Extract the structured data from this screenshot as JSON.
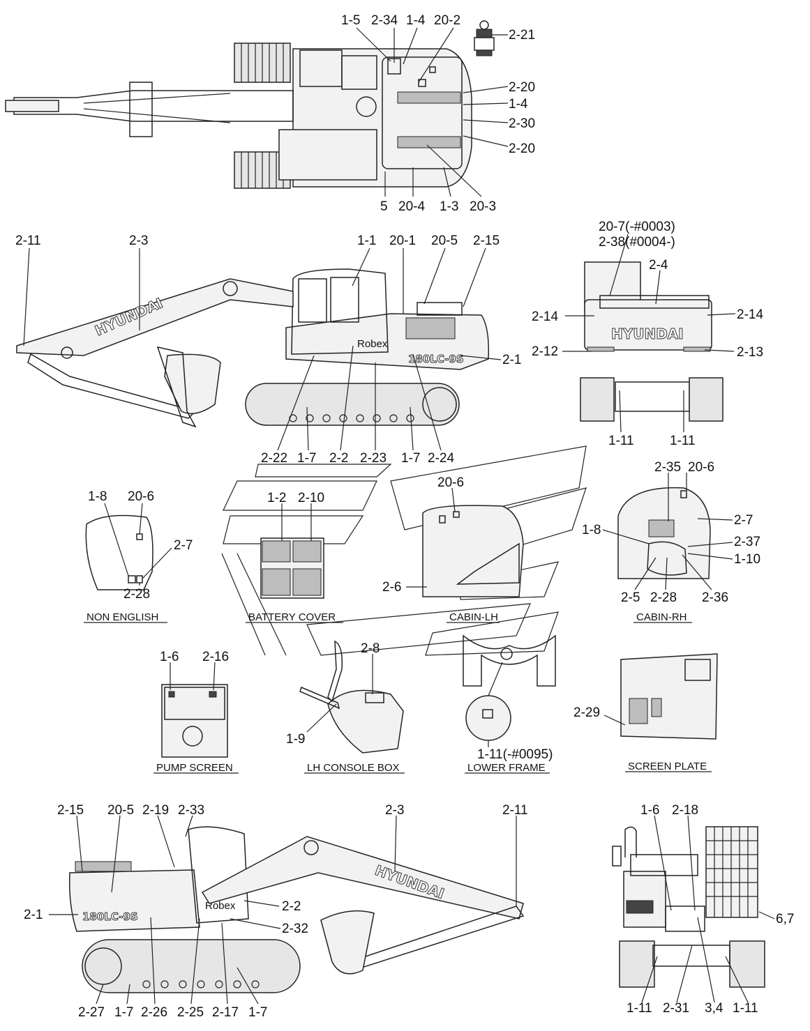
{
  "colors": {
    "line": "#222222",
    "background": "#ffffff"
  },
  "brand": {
    "boom_text": "HYUNDAI",
    "model_badge": "180LC-9S",
    "cab_logo": "Robex"
  },
  "callouts": {
    "top": [
      "1-5",
      "2-34",
      "1-4",
      "20-2",
      "2-21",
      "2-20",
      "1-4",
      "2-30",
      "2-20",
      "5",
      "20-4",
      "1-3",
      "20-3"
    ],
    "side_lh": [
      "2-11",
      "2-3",
      "1-1",
      "20-1",
      "20-5",
      "2-15",
      "2-1",
      "2-22",
      "1-7",
      "2-2",
      "2-23",
      "1-7",
      "2-24"
    ],
    "rear": [
      "20-7(-#0003)",
      "2-38(#0004-)",
      "2-4",
      "2-14",
      "2-14",
      "2-12",
      "2-13",
      "1-11",
      "1-11"
    ],
    "non_english": [
      "1-8",
      "20-6",
      "2-7",
      "2-28"
    ],
    "battery_cover": [
      "1-2",
      "2-10"
    ],
    "cabin_lh": [
      "20-6",
      "2-6"
    ],
    "cabin_rh": [
      "2-35",
      "20-6",
      "2-7",
      "1-8",
      "2-37",
      "1-10",
      "2-5",
      "2-28",
      "2-36"
    ],
    "pump_screen": [
      "1-6",
      "2-16"
    ],
    "lh_console": [
      "2-8",
      "1-9"
    ],
    "lower_frame": [
      "1-11(-#0095)"
    ],
    "screen_plate": [
      "2-29"
    ],
    "side_rh": [
      "2-15",
      "20-5",
      "2-19",
      "2-33",
      "2-3",
      "2-11",
      "2-1",
      "2-2",
      "2-32",
      "2-27",
      "1-7",
      "2-26",
      "2-25",
      "2-17",
      "1-7"
    ],
    "front": [
      "1-6",
      "2-18",
      "6,7",
      "1-11",
      "2-31",
      "3,4",
      "1-11"
    ]
  },
  "captions": {
    "non_english": "NON ENGLISH",
    "battery_cover": "BATTERY COVER",
    "cabin_lh": "CABIN-LH",
    "cabin_rh": "CABIN-RH",
    "pump_screen": "PUMP SCREEN",
    "lh_console": "LH CONSOLE BOX",
    "lower_frame": "LOWER FRAME",
    "screen_plate": "SCREEN PLATE"
  }
}
